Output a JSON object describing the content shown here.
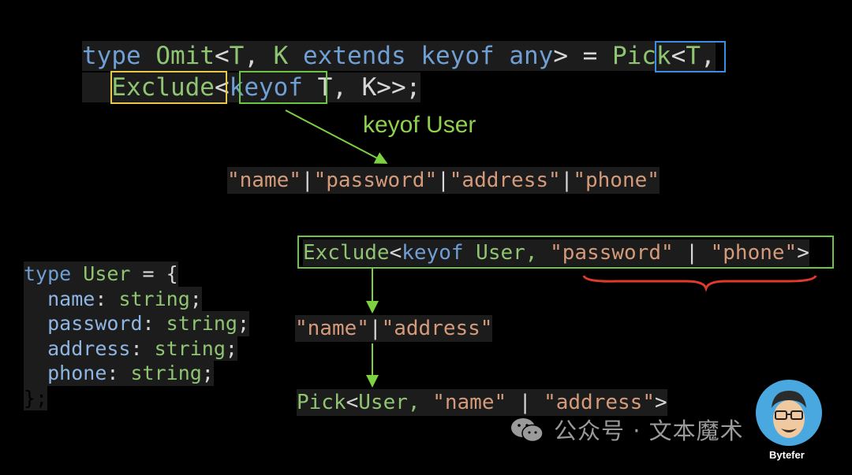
{
  "omit_definition": {
    "line1": {
      "type": "type",
      "omit": "Omit",
      "lt1": "<",
      "t1": "T",
      "comma1": ", ",
      "k": "K",
      "extends": "extends",
      "keyof": "keyof",
      "any": "any",
      "gt_eq": "> = ",
      "pick": "Pick",
      "lt2": "<",
      "t2": "T",
      "comma2": ","
    },
    "line2": {
      "exclude": "Exclude",
      "lt": "<",
      "keyof": "keyof",
      "rest": " T, K>>;"
    }
  },
  "keyof_user_label": "keyof User",
  "keyof_union": {
    "q1": "\"name\"",
    "p1": "|",
    "q2": "\"password\"",
    "p2": "|",
    "q3": "\"address\"",
    "p3": "|",
    "q4": "\"phone\""
  },
  "user_type": {
    "header": {
      "type": "type",
      "name": "User",
      "eq": " = {"
    },
    "fields": [
      {
        "name": "name",
        "colon": ": ",
        "type": "string",
        "semi": ";"
      },
      {
        "name": "password",
        "colon": ": ",
        "type": "string",
        "semi": ";"
      },
      {
        "name": "address",
        "colon": ": ",
        "type": "string",
        "semi": ";"
      },
      {
        "name": "phone",
        "colon": ": ",
        "type": "string",
        "semi": ";"
      }
    ],
    "footer": "};"
  },
  "exclude_expr": {
    "exclude": "Exclude",
    "lt": "<",
    "keyof": "keyof",
    "user": " User, ",
    "pw": "\"password\"",
    "pipe": " | ",
    "phone": "\"phone\"",
    "gt": ">"
  },
  "exclude_result": {
    "name": "\"name\"",
    "pipe": "|",
    "address": "\"address\""
  },
  "pick_expr": {
    "pick": "Pick",
    "lt": "<",
    "user": "User, ",
    "name": "\"name\"",
    "pipe": " | ",
    "address": "\"address\"",
    "gt": ">"
  },
  "watermark": {
    "text": "公众号 · 文本魔术",
    "icon": "wechat-icon"
  },
  "avatar": {
    "name": "Bytefer"
  },
  "colors": {
    "background": "#000000",
    "pick_box": "#3a8ee6",
    "exclude_box": "#e6c84a",
    "keyof_box": "#6cc644",
    "arrow": "#7ed043",
    "brace": "#e03a2a",
    "keyword": "#6f9fd3",
    "string": "#d49a7a",
    "type_name": "#8fc472"
  }
}
